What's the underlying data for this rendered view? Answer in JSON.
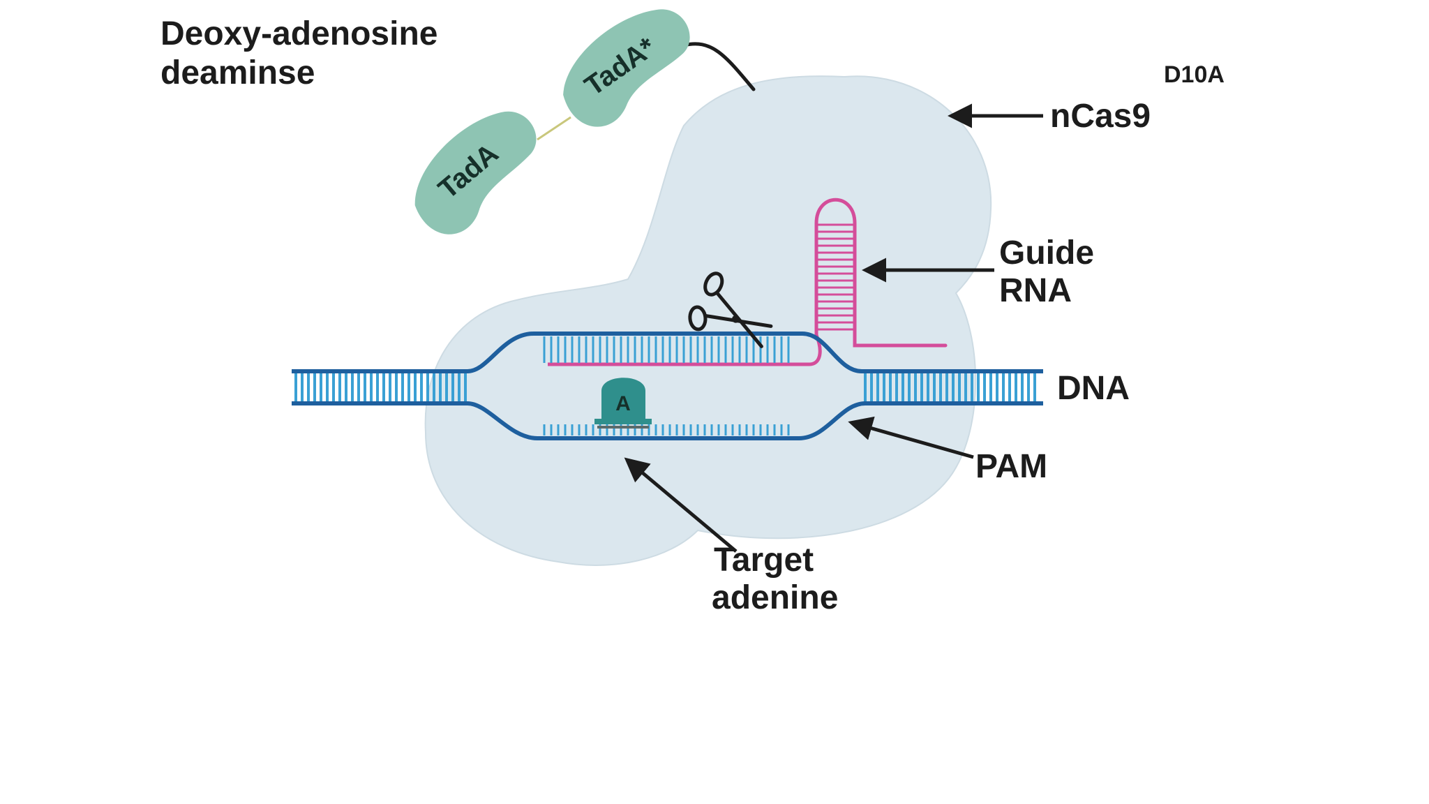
{
  "labels": {
    "enzyme_line1": "Deoxy-adenosine",
    "enzyme_line2": "deaminse",
    "tada": "TadA",
    "tada_star": "TadA*",
    "mutation": "D10A",
    "ncas9": "nCas9",
    "guide_line1": "Guide",
    "guide_line2": "RNA",
    "dna": "DNA",
    "pam": "PAM",
    "target_line1": "Target",
    "target_line2": "adenine",
    "base": "A"
  },
  "icons": {
    "cut_site": "scissors-icon"
  },
  "colors": {
    "cas9_body": "#dbe7ee",
    "tada_protein": "#8ec4b3",
    "dna_strand": "#1e5f9e",
    "dna_rungs": "#3aa0d4",
    "guide_rna": "#d44d9a",
    "adenine_base": "#2f8f8c",
    "arrow": "#1c1c1c"
  }
}
